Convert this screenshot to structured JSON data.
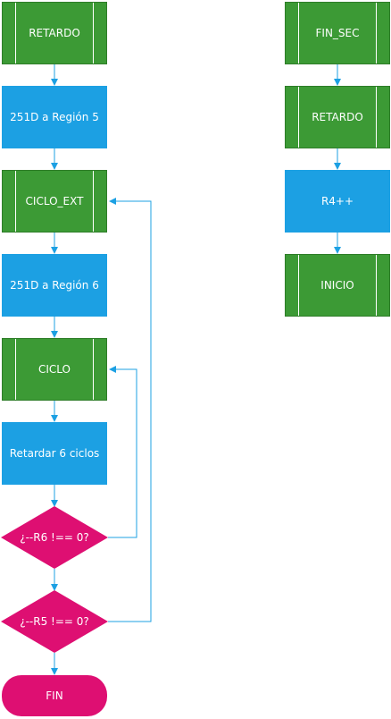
{
  "left_flow": {
    "retardo": "RETARDO",
    "load5": "251D a Región 5",
    "ciclo_ext": "CICLO_EXT",
    "load6": "251D a Región 6",
    "ciclo": "CICLO",
    "retardar": "Retardar 6 ciclos",
    "cond_r6": "¿--R6 !== 0?",
    "cond_r5": "¿--R5 !== 0?",
    "fin": "FIN"
  },
  "right_flow": {
    "fin_sec": "FIN_SEC",
    "retardo": "RETARDO",
    "r4": "R4++",
    "inicio": "INICIO"
  },
  "colors": {
    "subroutine": "#3c9a35",
    "process": "#1ca0e3",
    "decision": "#de0f72",
    "terminal": "#de0f72",
    "arrow": "#1ca0e3"
  }
}
